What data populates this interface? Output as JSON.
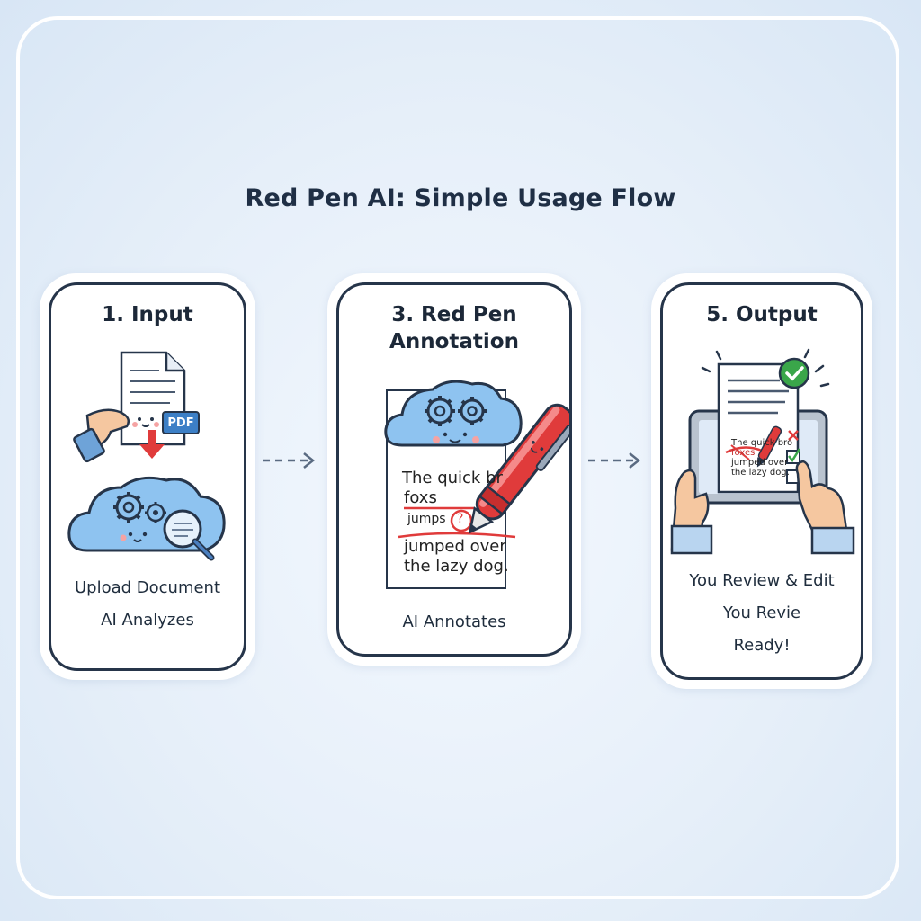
{
  "title": "Red Pen AI: Simple Usage Flow",
  "steps": [
    {
      "title": "1. Input",
      "badge": "PDF",
      "captions": [
        "Upload Document",
        "AI Analyzes"
      ]
    },
    {
      "title_line1": "3. Red Pen",
      "title_line2": "Annotation",
      "doc_lines": [
        "The quick br",
        "foxs",
        "jumps",
        "?",
        "jumped over",
        "the lazy dog."
      ],
      "captions": [
        "AI Annotates"
      ]
    },
    {
      "title": "5. Output",
      "tablet_lines": [
        "The quick bro",
        "foxes",
        "jumped over",
        "the lazy dog."
      ],
      "captions": [
        "You Review & Edit",
        "You Revie",
        "Ready!"
      ]
    }
  ],
  "colors": {
    "accent_red": "#e03b3b",
    "cloud_blue": "#8ec3f0",
    "outline": "#26354a",
    "check_green": "#3aa64a"
  }
}
